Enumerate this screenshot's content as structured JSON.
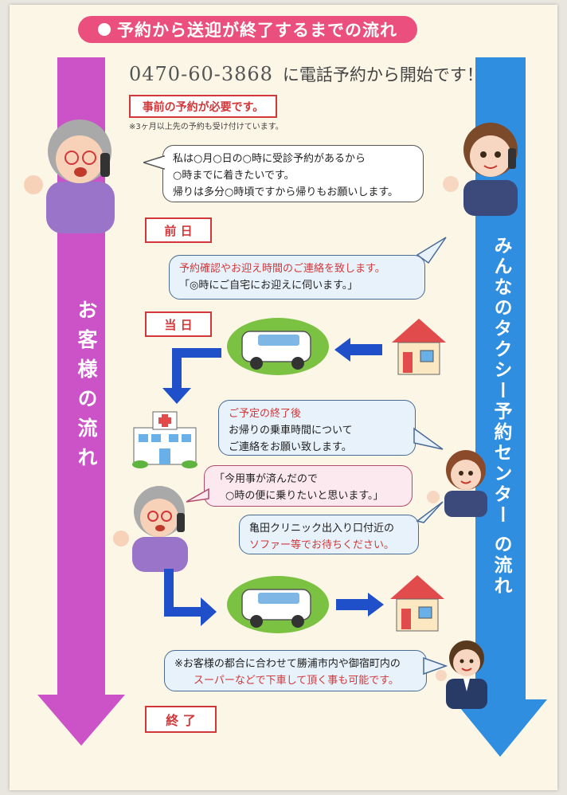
{
  "title": "予約から送迎が終了するまでの流れ",
  "phone": {
    "number": "0470-60-3868",
    "text": "に電話予約から開始です！"
  },
  "advance": {
    "label": "事前の予約が必要です。",
    "note": "※3ヶ月以上先の予約も受け付けています。"
  },
  "bubble1": [
    "私は○月○日の○時に受診予約があるから",
    "○時までに着きたいです。",
    "帰りは多分○時頃ですから帰りもお願いします。"
  ],
  "day_before": "前 日",
  "bubble2": [
    "予約確認やお迎え時間のご連絡を致します。",
    "「◎時にご自宅にお迎えに伺います。」"
  ],
  "same_day": "当 日",
  "bubble3": [
    "ご予定の終了後",
    "お帰りの乗車時間について",
    "ご連絡をお願い致します。"
  ],
  "bubble4": [
    "「今用事が済んだので",
    "○時の便に乗りたいと思います。」"
  ],
  "bubble5": [
    "亀田クリニック出入り口付近の",
    "ソファー等でお待ちください。"
  ],
  "bubble6": [
    "※お客様の都合に合わせて勝浦市内や御宿町内の",
    "スーパーなどで下車して頂く事も可能です。"
  ],
  "end": "終 了",
  "left_arrow": "お客様の流れ",
  "right_arrow": "みんなのタクシー予約センター の流れ",
  "colors": {
    "pink_arrow": "#cc52c8",
    "blue_arrow": "#2f8ee0",
    "accent_red": "#d2373a",
    "title_pink": "#ea4f7d",
    "flow_blue": "#1f4fc9",
    "oval_green": "#7cc242"
  },
  "icons": [
    "grandma-on-phone",
    "operator-woman",
    "taxi-van",
    "house",
    "hospital",
    "operator-man"
  ]
}
